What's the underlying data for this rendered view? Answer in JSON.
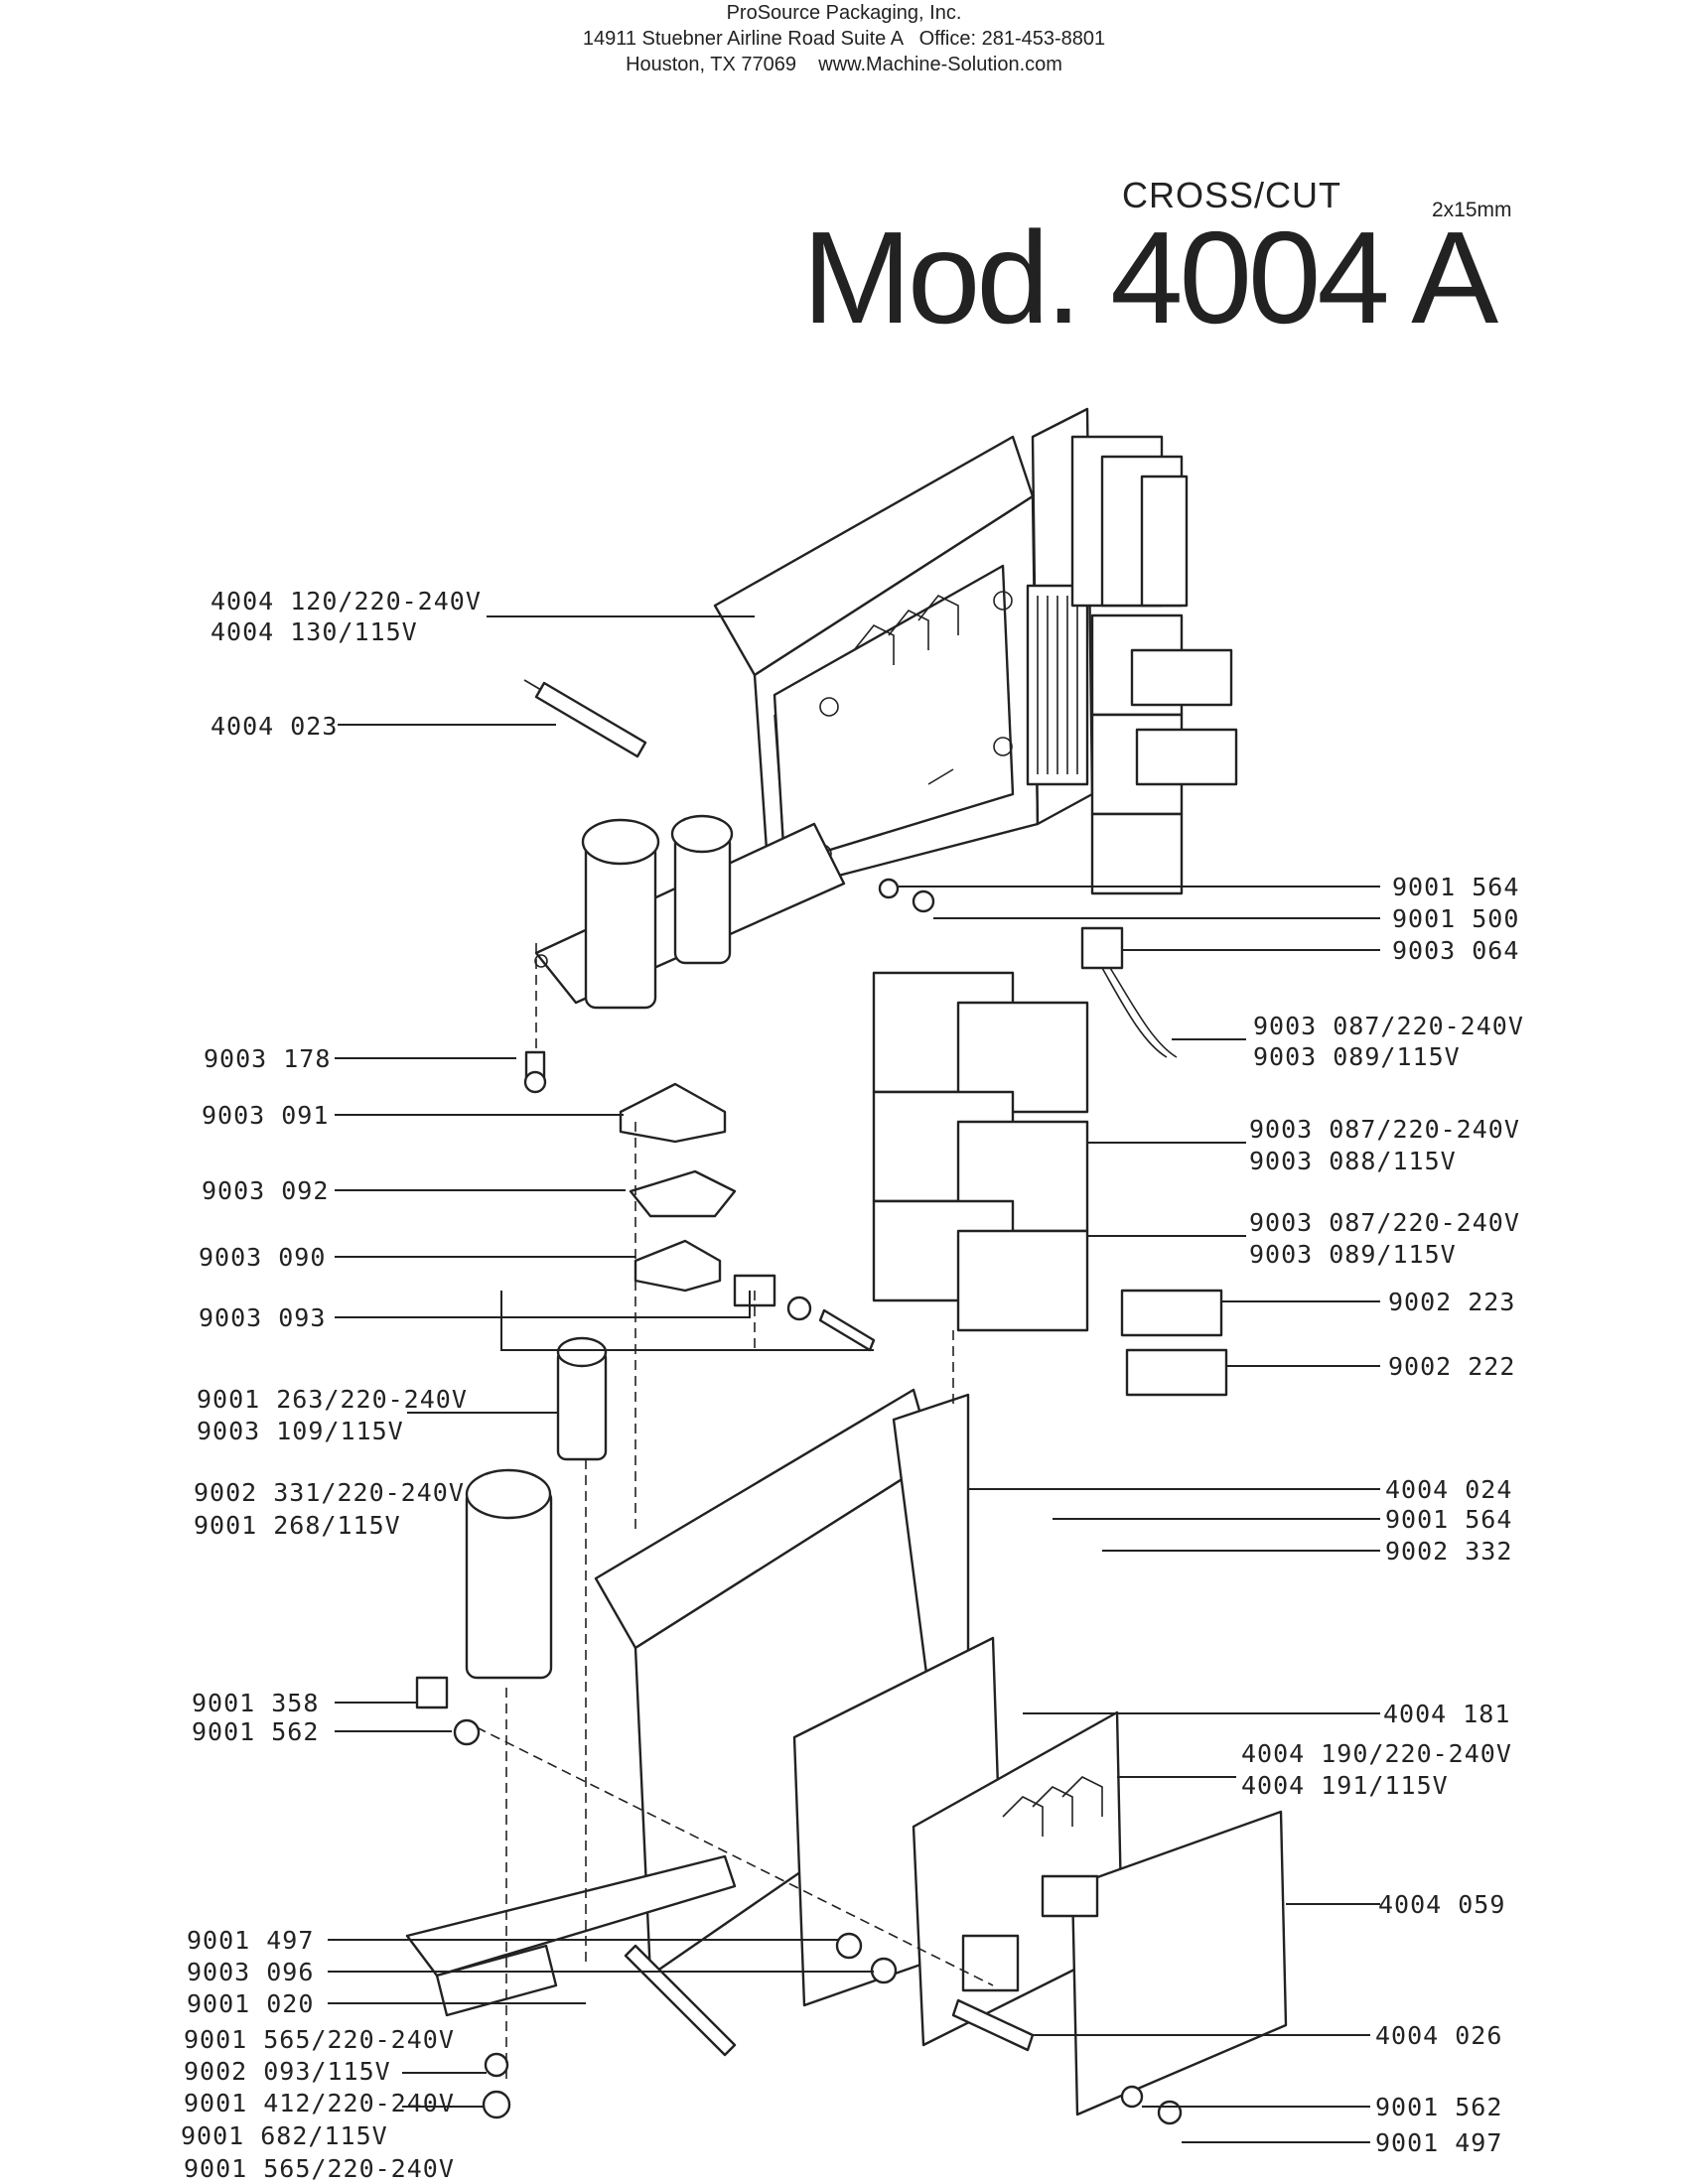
{
  "header": {
    "company": "ProSource Packaging, Inc.",
    "address": "14911 Stuebner Airline Road Suite A   Office: 281-453-8801",
    "city": "Houston, TX 77069    www.Machine-Solution.com"
  },
  "title": {
    "cut_type": "CROSS/CUT",
    "dimension": "2x15mm",
    "model": "Mod. 4004 A"
  },
  "labels_left": [
    "4004  120/220-240V",
    "4004  130/115V",
    "4004  023",
    "9003  178",
    "9003  091",
    "9003  092",
    "9003  090",
    "9003  093",
    "9001  263/220-240V",
    "9003  109/115V",
    "9002  331/220-240V",
    "9001  268/115V",
    "9001  358",
    "9001  562",
    "9001  497",
    "9003  096",
    "9001  020",
    "9001  565/220-240V",
    "9002  093/115V",
    "9001  412/220-240V",
    "9001  682/115V",
    "9001  565/220-240V"
  ],
  "labels_right": [
    "9001  564",
    "9001  500",
    "9003  064",
    "9003  087/220-240V",
    "9003  089/115V",
    "9003  087/220-240V",
    "9003  088/115V",
    "9003  087/220-240V",
    "9003  089/115V",
    "9002  223",
    "9002  222",
    "4004  024",
    "9001  564",
    "9002  332",
    "4004  181",
    "4004  190/220-240V",
    "4004  191/115V",
    "4004  059",
    "4004  026",
    "9001  562",
    "9001  497"
  ]
}
